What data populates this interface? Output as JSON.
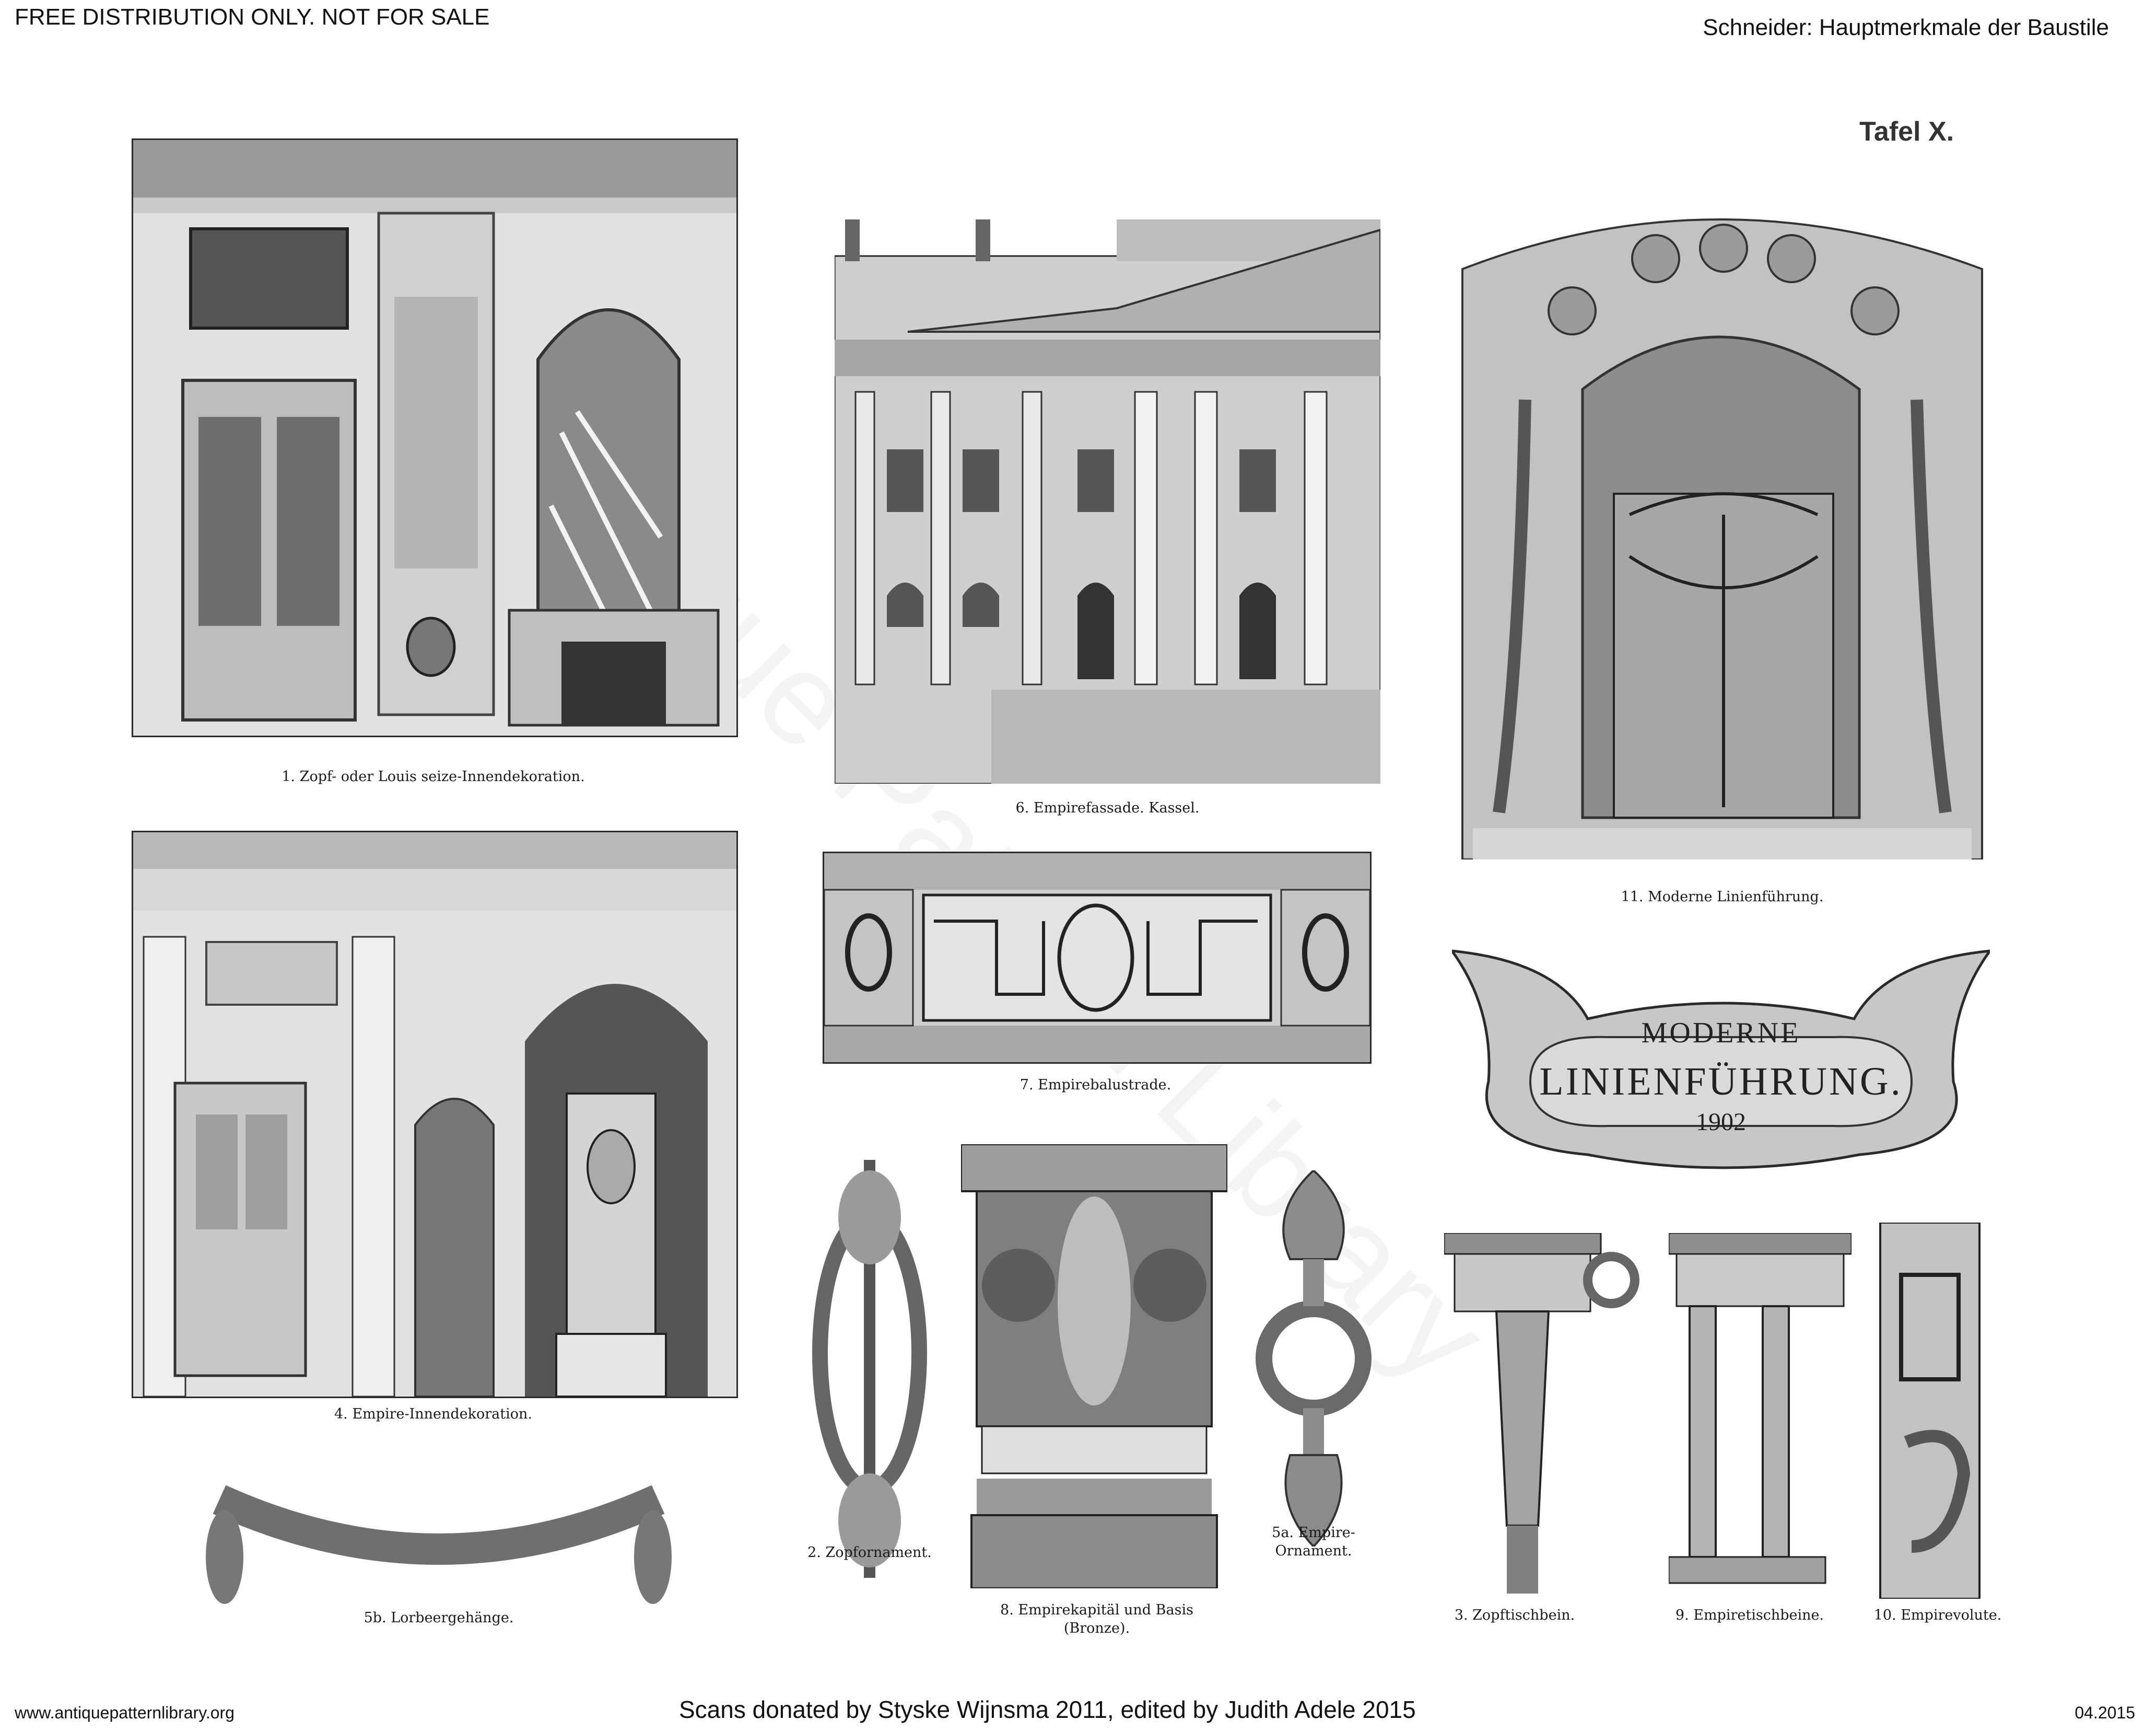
{
  "header": {
    "left": "FREE DISTRIBUTION ONLY.  NOT FOR SALE",
    "right": "Schneider: Hauptmerkmale der Baustile"
  },
  "plate": {
    "title": "Tafel X."
  },
  "watermark": "Antique Pattern Library",
  "captions": {
    "fig1": "1. Zopf- oder Louis seize-Innendekoration.",
    "fig6": "6. Empirefassade.  Kassel.",
    "fig11": "11. Moderne Linienführung.",
    "fig4": "4. Empire-Innendekoration.",
    "fig7": "7. Empirebalustrade.",
    "fig2": "2. Zopfornament.",
    "fig8_line1": "8. Empirekapitäl und Basis",
    "fig8_line2": "(Bronze).",
    "fig5a_line1": "5a. Empire-",
    "fig5a_line2": "Ornament.",
    "fig5b": "5b. Lorbeergehänge.",
    "fig3": "3. Zopftischbein.",
    "fig9": "9. Empiretischbeine.",
    "fig10": "10. Empirevolute."
  },
  "sign": {
    "line1": "MODERNE",
    "line2": "LINIENFÜHRUNG.",
    "year": "1902"
  },
  "footer": {
    "left": "www.antiquepatternlibrary.org",
    "center": "Scans donated by Styske Wijnsma 2011, edited by Judith Adele 2015",
    "right": "04.2015"
  }
}
